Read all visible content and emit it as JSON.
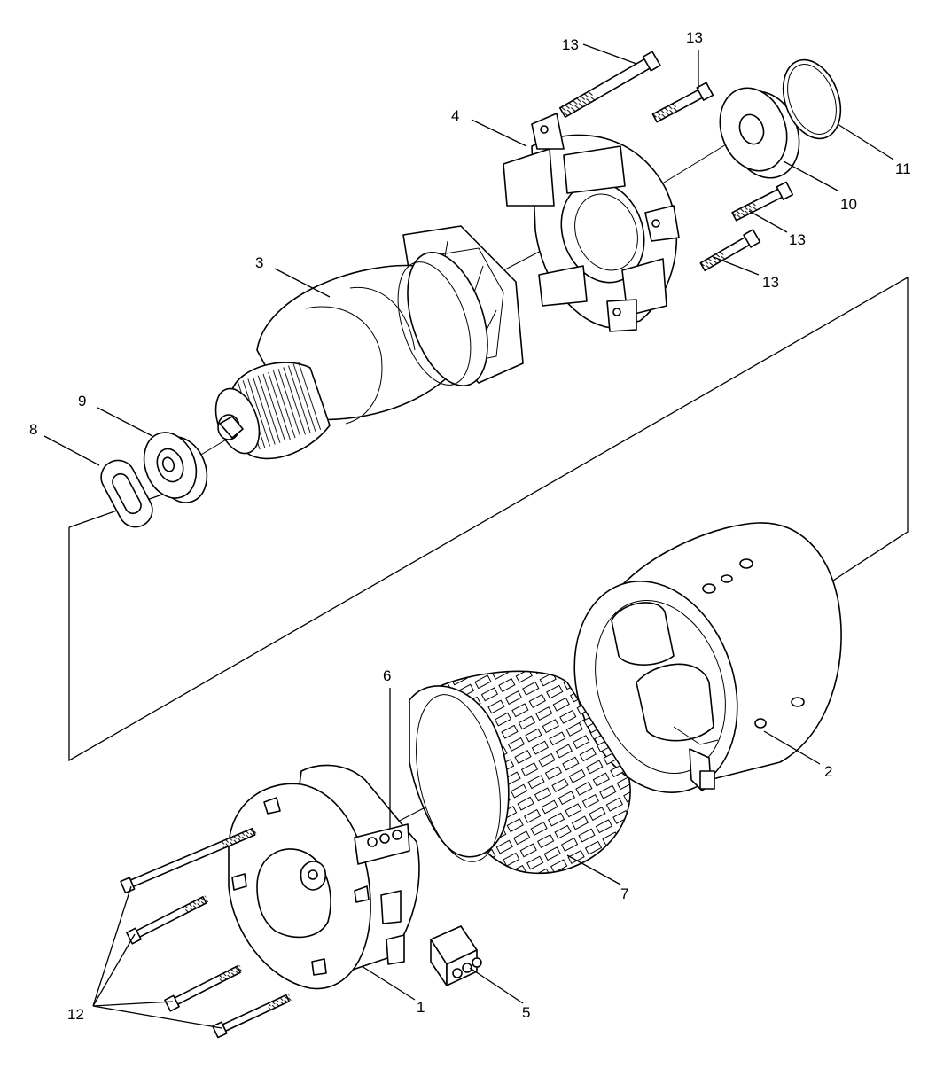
{
  "labels": {
    "p1": "1",
    "p2": "2",
    "p3": "3",
    "p4": "4",
    "p5": "5",
    "p6": "6",
    "p7": "7",
    "p8": "8",
    "p9": "9",
    "p10": "10",
    "p11": "11",
    "p12": "12",
    "p13a": "13",
    "p13b": "13",
    "p13c": "13",
    "p13d": "13"
  }
}
